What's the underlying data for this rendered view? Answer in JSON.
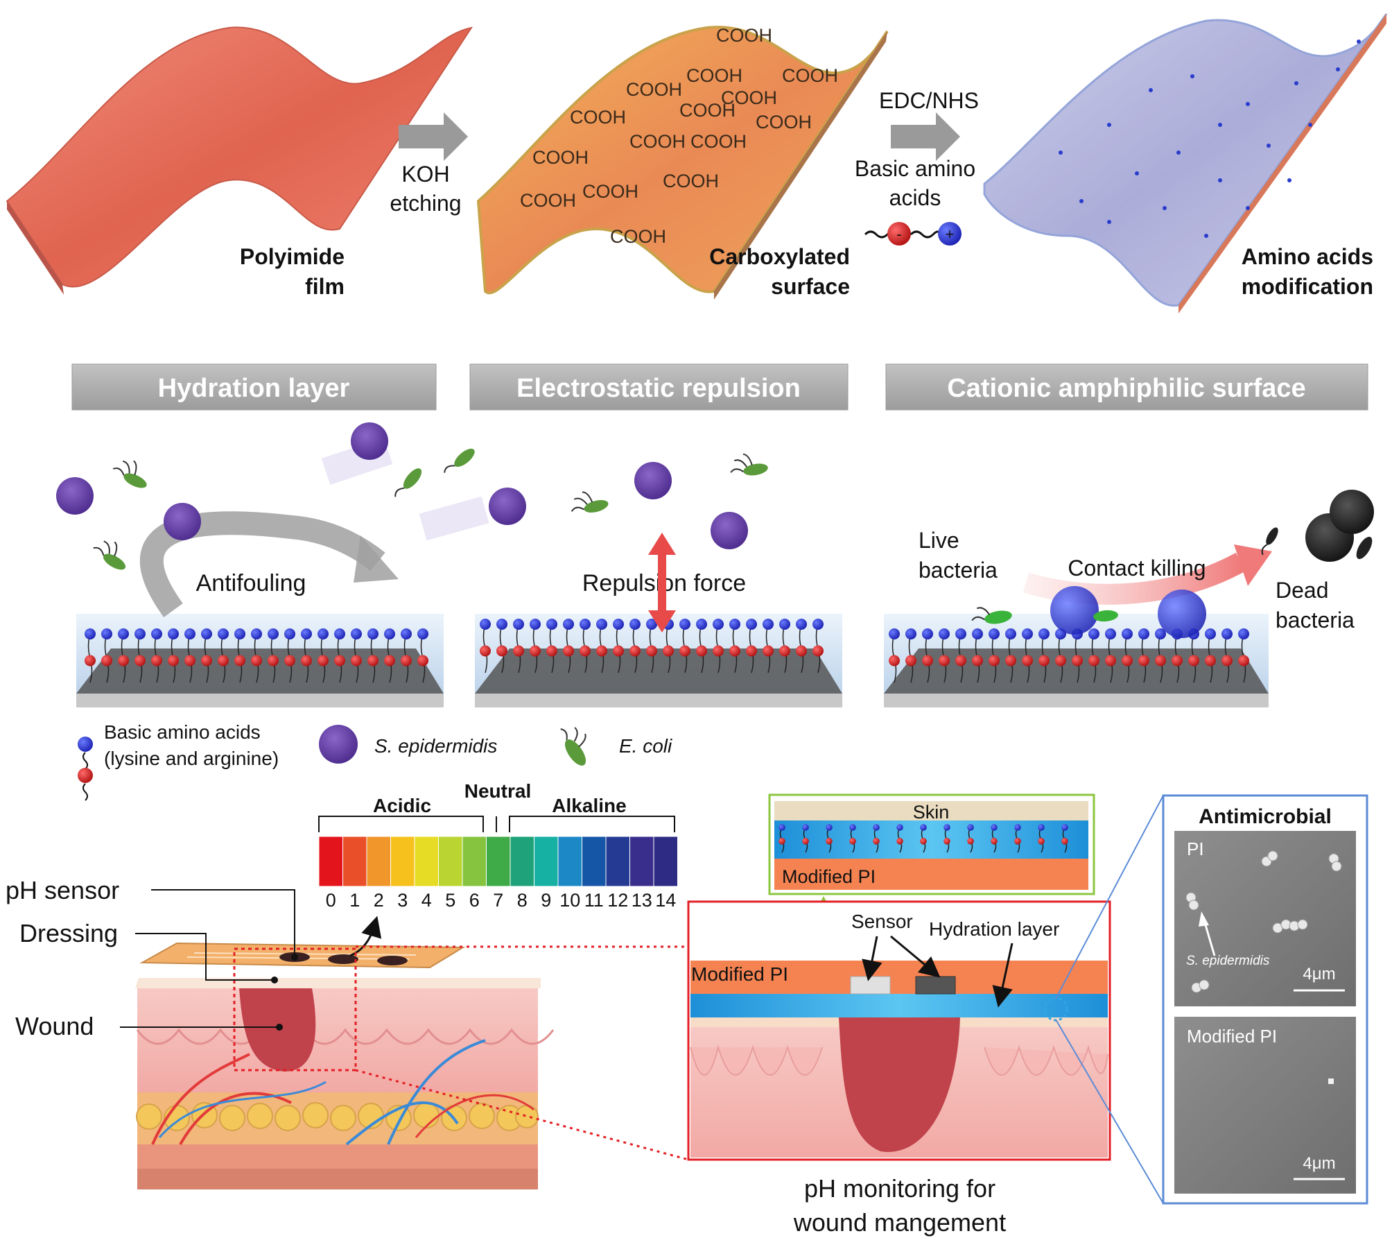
{
  "step1": {
    "label_line1": "Polyimide",
    "label_line2": "film"
  },
  "arrow1": {
    "line1": "KOH",
    "line2": "etching"
  },
  "step2": {
    "label_line1": "Carboxylated",
    "label_line2": "surface",
    "group_label": "COOH"
  },
  "arrow2": {
    "reagent": "EDC/NHS",
    "line1": "Basic amino",
    "line2": "acids"
  },
  "step3": {
    "label_line1": "Amino acids",
    "label_line2": "modification"
  },
  "mechanisms": [
    {
      "header": "Hydration layer",
      "caption": "Antifouling"
    },
    {
      "header": "Electrostatic repulsion",
      "caption": "Repulsion force"
    },
    {
      "header": "Cationic amphiphilic surface",
      "live_line1": "Live",
      "live_line2": "bacteria",
      "caption": "Contact killing",
      "dead_line1": "Dead",
      "dead_line2": "bacteria"
    }
  ],
  "legend": {
    "amino_line1": "Basic amino acids",
    "amino_line2": "(lysine and arginine)",
    "s_epi": "S. epidermidis",
    "e_coli": "E. coli"
  },
  "ph_scale": {
    "acidic": "Acidic",
    "neutral": "Neutral",
    "alkaline": "Alkaline",
    "ticks": [
      "0",
      "1",
      "2",
      "3",
      "4",
      "5",
      "6",
      "7",
      "8",
      "9",
      "10",
      "11",
      "12",
      "13",
      "14"
    ],
    "colors": [
      "#e3141c",
      "#e9502a",
      "#f0962b",
      "#f6c11d",
      "#e7dc25",
      "#bad531",
      "#86c43f",
      "#3faa48",
      "#1fa27a",
      "#17b1a3",
      "#1d88c6",
      "#1556a6",
      "#243a93",
      "#3a2e8c",
      "#2d2b84"
    ]
  },
  "wound": {
    "ph_sensor": "pH sensor",
    "dressing": "Dressing",
    "wound": "Wound"
  },
  "cross_section": {
    "skin": "Skin",
    "modified_pi_top": "Modified PI",
    "sensor": "Sensor",
    "hydration_layer": "Hydration layer",
    "modified_pi": "Modified PI",
    "caption_line1": "pH monitoring for",
    "caption_line2": "wound mangement"
  },
  "antimicrobial": {
    "title": "Antimicrobial",
    "pi_label": "PI",
    "s_epi_label": "S. epidermidis",
    "scale1": "4μm",
    "modified_label": "Modified PI",
    "scale2": "4μm"
  },
  "colors": {
    "film": "#e8735f",
    "header_gray": "#a9a9a9",
    "water": "#2fa6e6",
    "modified_pi": "#f58352",
    "red_box": "#e31e24",
    "green_box": "#8cc63f",
    "blue_box": "#5b8bd6"
  }
}
